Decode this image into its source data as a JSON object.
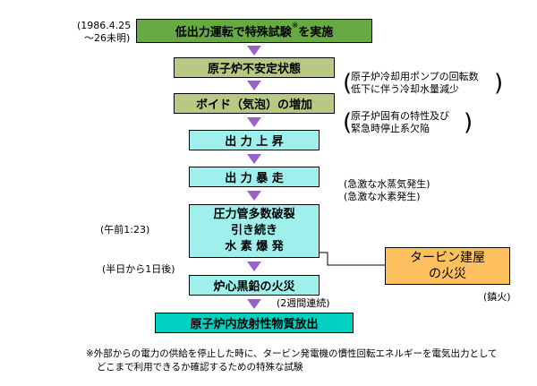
{
  "left_notes": {
    "date_line1": "(1986.4.25",
    "date_line2": "～26未明)",
    "time": "(午前1:23)",
    "duration": "(半日から1日後)"
  },
  "steps": [
    {
      "label": "低出力運転で特殊試験",
      "suffix": "を実施",
      "mark": "※"
    },
    {
      "label": "原子炉不安定状態"
    },
    {
      "label": "ボイド（気泡）の増加"
    },
    {
      "label": "出 力 上 昇"
    },
    {
      "label": "出 力 暴 走"
    },
    {
      "lines": [
        "圧力管多数破裂",
        "引き続き",
        "水 素 爆 発"
      ]
    },
    {
      "label": "炉心黒鉛の火災"
    },
    {
      "label": "原子炉内放射性物質放出"
    }
  ],
  "side_notes": {
    "instability_line1": "原子炉冷却用ポンプの回転数",
    "instability_line2": "低下に伴う冷却水量減少",
    "void_line1": "原子炉固有の特性及び",
    "void_line2": "緊急時停止系欠陥",
    "runaway_line1": "(急激な水蒸気発生)",
    "runaway_line2": "(急激な水素発生)",
    "fire_duration": "(2週間連続)",
    "extinguished": "(鎮火)"
  },
  "turbine": {
    "line1": "タービン建屋",
    "line2": "の火災"
  },
  "footnote": {
    "line1": "※外部からの電力の供給を停止した時に、タービン発電機の慣性回転エネルギーを電気出力として",
    "line2": "どこまで利用できるか確認するための特殊な試験"
  },
  "colors": {
    "arrow": "#9a62c8",
    "step1": "#66aa44",
    "step2_3": "#b7c985",
    "step4_7": "#9ff0ec",
    "step8": "#00d0c0",
    "turbine": "#ffc060"
  }
}
